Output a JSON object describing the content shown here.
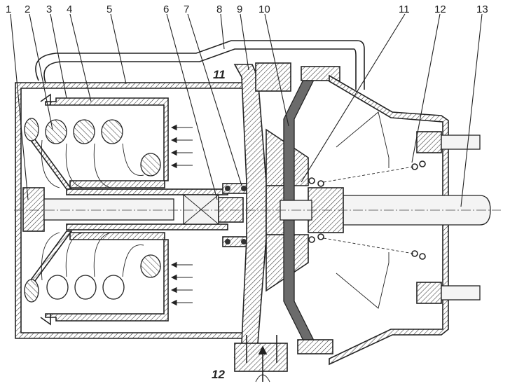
{
  "callouts": [
    "1",
    "2",
    "3",
    "4",
    "5",
    "6",
    "7",
    "8",
    "9",
    "10",
    "11",
    "12",
    "13"
  ],
  "ports": {
    "upper": "11",
    "lower": "12"
  }
}
